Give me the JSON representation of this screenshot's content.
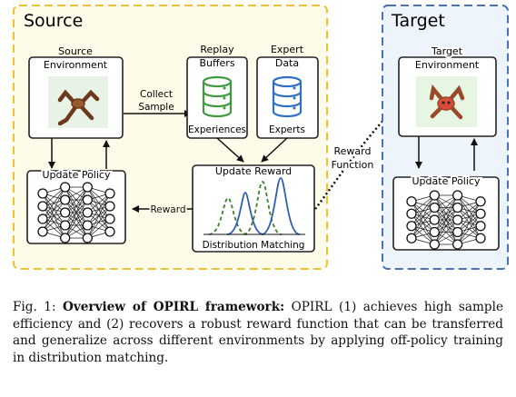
{
  "source": {
    "title": "Source",
    "environment": {
      "line1": "Source",
      "line2": "Environment"
    },
    "collect": {
      "line1": "Collect",
      "line2": "Sample"
    },
    "replay": {
      "line1": "Replay",
      "line2": "Buffers",
      "footer": "Experiences"
    },
    "expert": {
      "line1": "Expert",
      "line2": "Data",
      "footer": "Experts"
    },
    "update_reward": "Update Reward",
    "distribution_matching": "Distribution Matching",
    "reward_label": "Reward",
    "update_policy": "Update Policy"
  },
  "reward_function": {
    "line1": "Reward",
    "line2": "Function"
  },
  "target": {
    "title": "Target",
    "environment": {
      "line1": "Target",
      "line2": "Environment"
    },
    "update_policy": "Update Policy"
  },
  "caption": {
    "prefix": "Fig. 1: ",
    "bold": "Overview of OPIRL framework:",
    "text": " OPIRL (1) achieves high sample efficiency and (2) recovers a robust reward function that can be transferred and generalize across different environments by applying off-policy training in distribution matching."
  },
  "colors": {
    "source_border": "#f2c12e",
    "source_fill": "#fffbe9",
    "target_border": "#4a73b5",
    "target_fill": "#eef4fb",
    "database_green": "#3f9a3f",
    "database_blue": "#2f6fc4",
    "green_curve": "#3f7f2f",
    "blue_curve": "#2f5fb0"
  },
  "icons": [
    "ant-robot-icon",
    "database-icon",
    "neural-network-icon"
  ]
}
